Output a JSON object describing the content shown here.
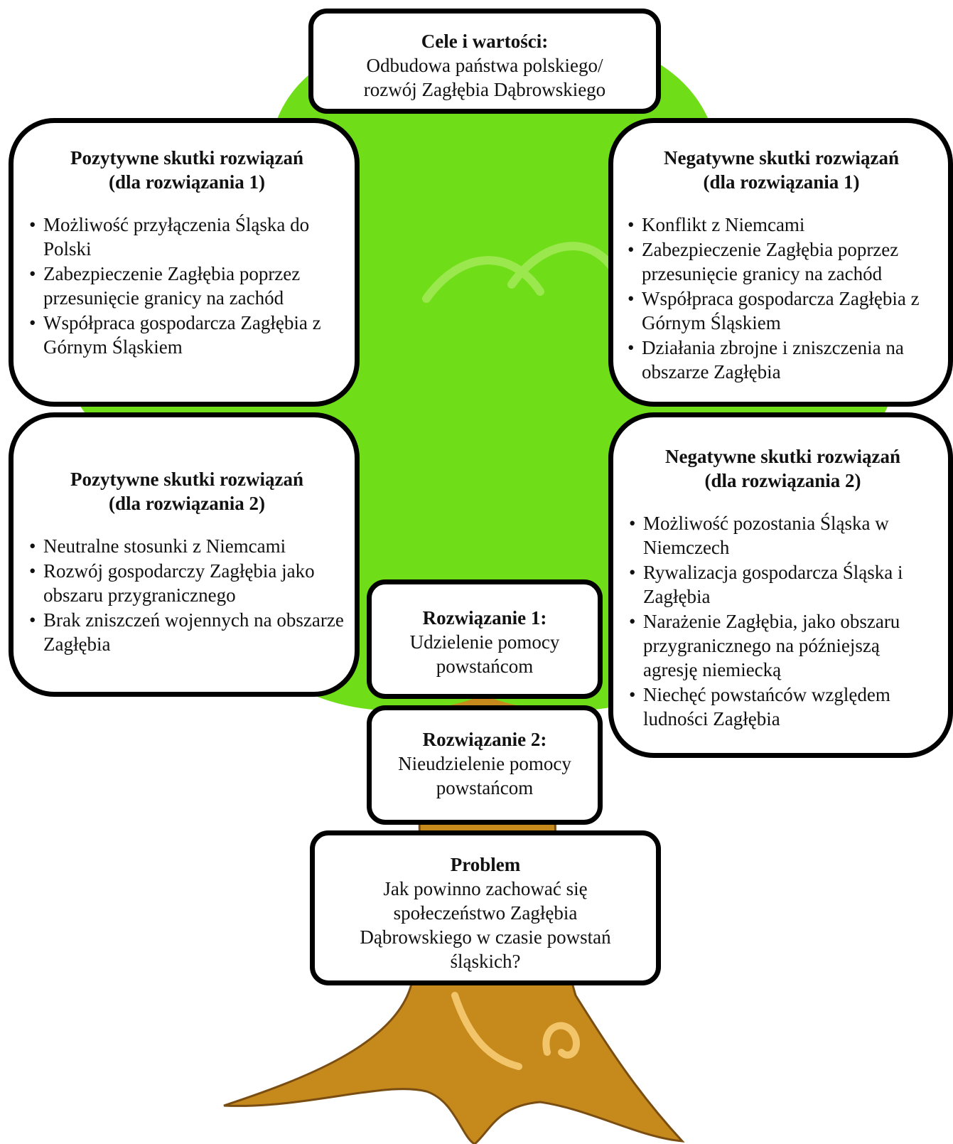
{
  "colors": {
    "canopy": "#6fdd18",
    "canopy_dark": "#4fb00f",
    "trunk": "#c68a1c",
    "trunk_dark": "#7a4e12",
    "box_border": "#000000"
  },
  "goals": {
    "title": "Cele i wartości:",
    "lines": [
      "Odbudowa państwa polskiego/",
      "rozwój Zagłębia Dąbrowskiego"
    ]
  },
  "positive_1": {
    "title_line1": "Pozytywne skutki rozwiązań",
    "title_line2": "(dla rozwiązania 1)",
    "items": [
      "Możliwość przyłączenia Śląska do Polski",
      "Zabezpieczenie Zagłębia poprzez przesunięcie granicy na zachód",
      "Współpraca gospodarcza Zagłębia z Górnym Śląskiem"
    ]
  },
  "negative_1": {
    "title_line1": "Negatywne skutki rozwiązań",
    "title_line2": "(dla rozwiązania 1)",
    "items": [
      "Konflikt z Niemcami",
      "Zabezpieczenie Zagłębia poprzez przesunięcie granicy na zachód",
      "Współpraca gospodarcza Zagłębia z Górnym Śląskiem",
      "Działania zbrojne i zniszczenia na obszarze Zagłębia"
    ]
  },
  "positive_2": {
    "title_line1": "Pozytywne skutki rozwiązań",
    "title_line2": "(dla rozwiązania 2)",
    "items": [
      "Neutralne stosunki z Niemcami",
      "Rozwój gospodarczy Zagłębia jako obszaru przygranicznego",
      "Brak zniszczeń wojennych na obszarze Zagłębia"
    ]
  },
  "negative_2": {
    "title_line1": "Negatywne skutki rozwiązań",
    "title_line2": "(dla rozwiązania 2)",
    "items": [
      "Możliwość pozostania Śląska w Niemczech",
      "Rywalizacja gospodarcza Śląska i Zagłębia",
      "Narażenie Zagłębia, jako obszaru przygranicznego na późniejszą agresję niemiecką",
      "Niechęć powstańców względem ludności Zagłębia"
    ]
  },
  "solution_1": {
    "title": "Rozwiązanie 1:",
    "lines": [
      "Udzielenie pomocy",
      "powstańcom"
    ]
  },
  "solution_2": {
    "title": "Rozwiązanie 2:",
    "lines": [
      "Nieudzielenie pomocy",
      "powstańcom"
    ]
  },
  "problem": {
    "title": "Problem",
    "lines": [
      "Jak powinno zachować się",
      "społeczeństwo Zagłębia",
      "Dąbrowskiego w czasie powstań",
      "śląskich?"
    ]
  }
}
